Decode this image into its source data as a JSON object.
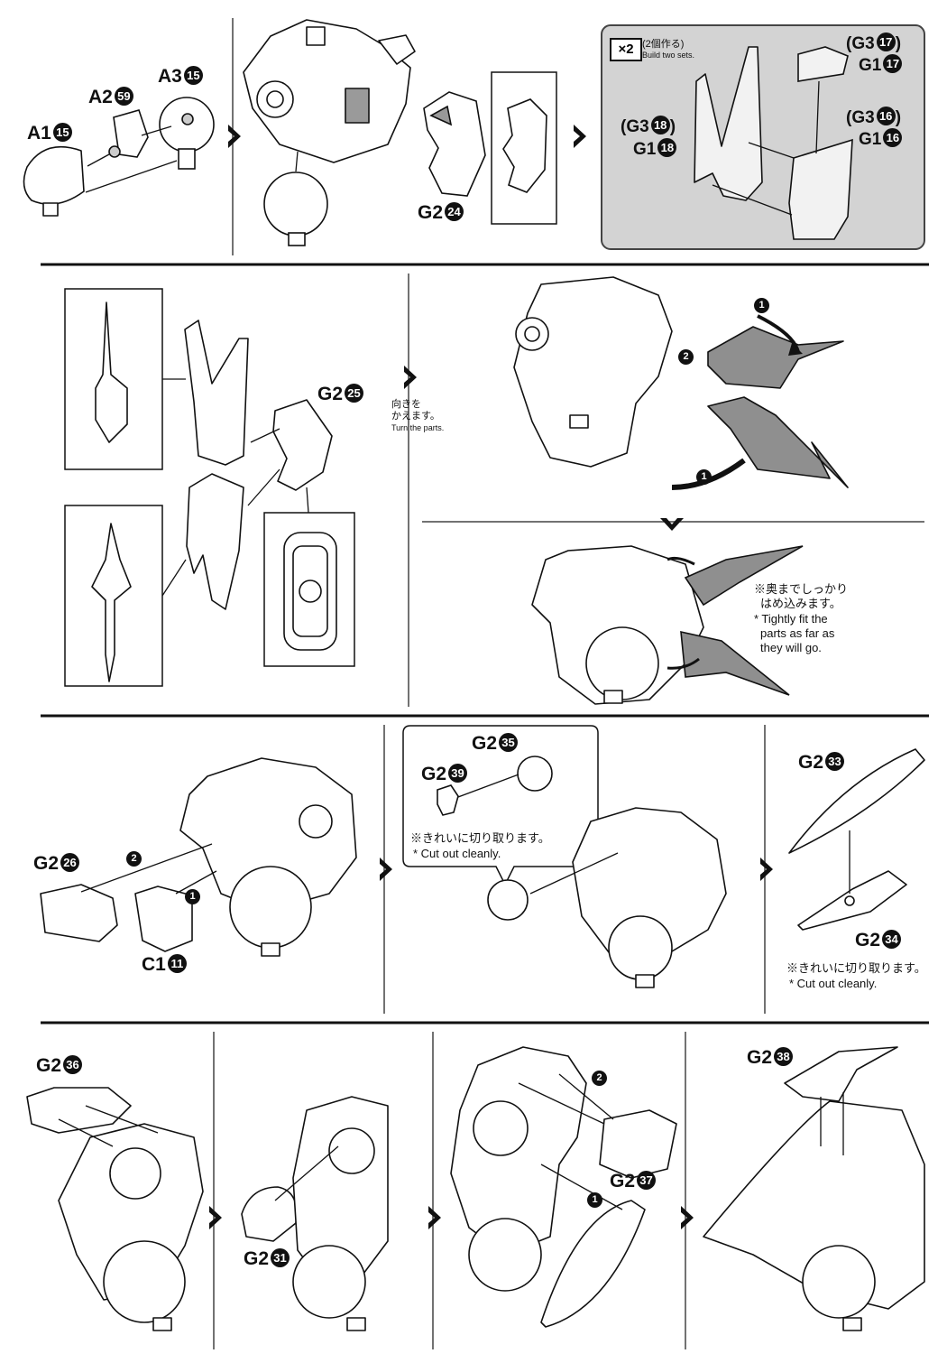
{
  "panel1": {
    "parts": {
      "a1": {
        "code": "A1",
        "num": "15"
      },
      "a2": {
        "code": "A2",
        "num": "59"
      },
      "a3": {
        "code": "A3",
        "num": "15"
      },
      "g2_24": {
        "code": "G2",
        "num": "24"
      }
    },
    "sub_assembly": {
      "multiplier": "×2",
      "note_jp": "(2個作る)",
      "note_en": "Build two sets.",
      "g3_17": {
        "code": "(G3",
        "num": "17",
        "close": ")"
      },
      "g1_17": {
        "code": "G1",
        "num": "17"
      },
      "g3_18": {
        "code": "(G3",
        "num": "18",
        "close": ")"
      },
      "g1_18": {
        "code": "G1",
        "num": "18"
      },
      "g3_16": {
        "code": "(G3",
        "num": "16",
        "close": ")"
      },
      "g1_16": {
        "code": "G1",
        "num": "16"
      }
    }
  },
  "panel2": {
    "g2_25": {
      "code": "G2",
      "num": "25"
    },
    "turn_note_jp_1": "向きを",
    "turn_note_jp_2": "かえます。",
    "turn_note_en": "Turn the parts.",
    "step1": "1",
    "step2": "2",
    "step1b": "1",
    "fit_note_jp_1": "※奥までしっかり",
    "fit_note_jp_2": "はめ込みます。",
    "fit_note_en_1": "* Tightly fit the",
    "fit_note_en_2": "parts as far as",
    "fit_note_en_3": "they will go."
  },
  "panel3": {
    "g2_26": {
      "code": "G2",
      "num": "26"
    },
    "c1_11": {
      "code": "C1",
      "num": "11"
    },
    "step2": "2",
    "step1": "1",
    "g2_35": {
      "code": "G2",
      "num": "35"
    },
    "g2_39": {
      "code": "G2",
      "num": "39"
    },
    "cut_note_jp": "※きれいに切り取ります。",
    "cut_note_en": "* Cut out cleanly.",
    "g2_33": {
      "code": "G2",
      "num": "33"
    },
    "g2_34": {
      "code": "G2",
      "num": "34"
    },
    "cut_note2_jp": "※きれいに切り取ります。",
    "cut_note2_en": "* Cut out cleanly."
  },
  "panel4": {
    "g2_36": {
      "code": "G2",
      "num": "36"
    },
    "g2_31": {
      "code": "G2",
      "num": "31"
    },
    "g2_37": {
      "code": "G2",
      "num": "37"
    },
    "step2": "2",
    "step1": "1",
    "g2_38": {
      "code": "G2",
      "num": "38"
    }
  },
  "colors": {
    "ink": "#111111",
    "shade": "#d3d3d3",
    "part_gray": "#8a8a8a",
    "paper": "#ffffff"
  }
}
